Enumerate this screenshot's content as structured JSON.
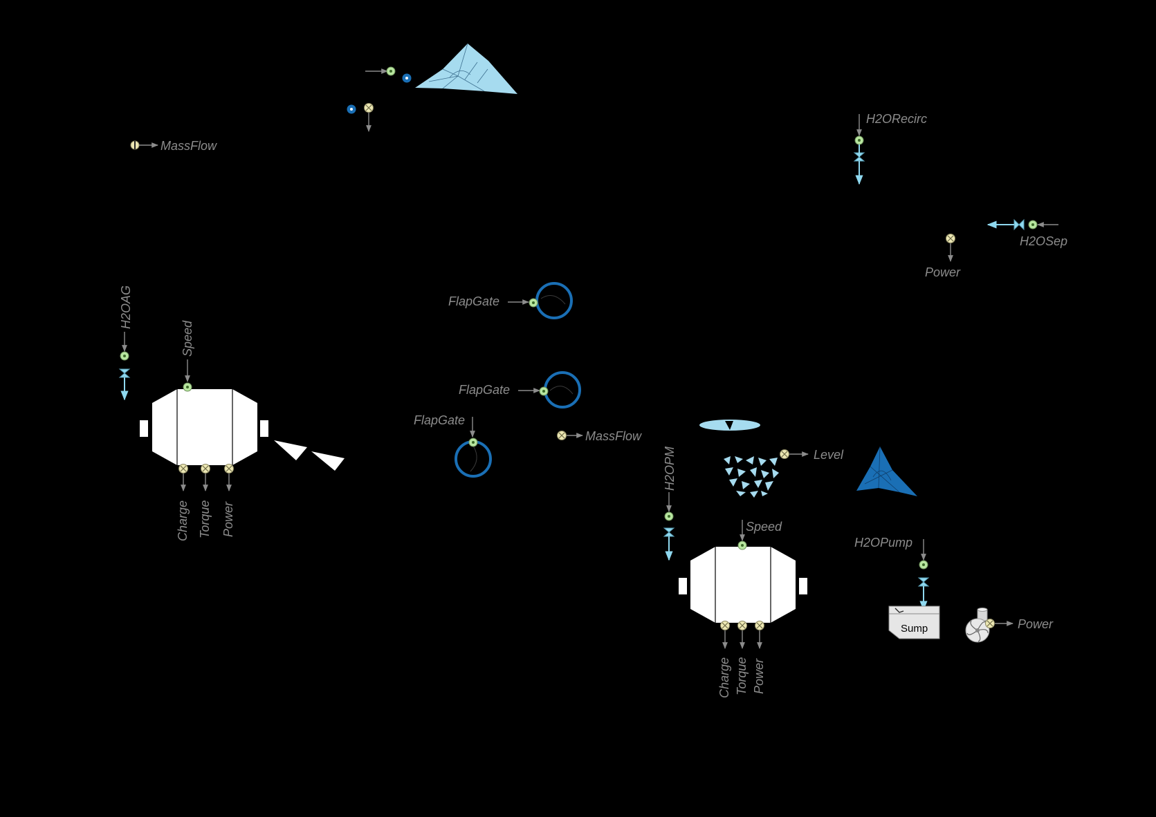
{
  "labels": {
    "massflow_top": "MassFlow",
    "h2orecirc": "H2ORecirc",
    "h2osep": "H2OSep",
    "power_sep": "Power",
    "h2oag": "H2OAG",
    "speed_left": "Speed",
    "charge_left": "Charge",
    "torque_left": "Torque",
    "power_left": "Power",
    "flapgate_1": "FlapGate",
    "flapgate_2": "FlapGate",
    "flapgate_3": "FlapGate",
    "massflow_mid": "MassFlow",
    "level": "Level",
    "h2opm": "H2OPM",
    "speed_right": "Speed",
    "charge_right": "Charge",
    "torque_right": "Torque",
    "power_right": "Power",
    "h2opump": "H2OPump",
    "sump": "Sump",
    "power_pump": "Power"
  },
  "colors": {
    "background": "#000000",
    "label": "#8c8c8c",
    "sensor_green": "#b8e6a0",
    "sensor_cream": "#ece7b4",
    "flow_blue": "#8fd8ef",
    "dark_blue": "#1a6fb5",
    "light_blue": "#a6dbef",
    "machine": "#ffffff"
  },
  "icons": {
    "sensor_green": "green-sensor-icon",
    "sensor_cream": "cross-sensor-icon",
    "valve": "valve-icon",
    "motor": "motor-icon",
    "pump": "pump-icon",
    "flap_gate": "flap-gate-icon",
    "stockpile": "stockpile-icon"
  }
}
